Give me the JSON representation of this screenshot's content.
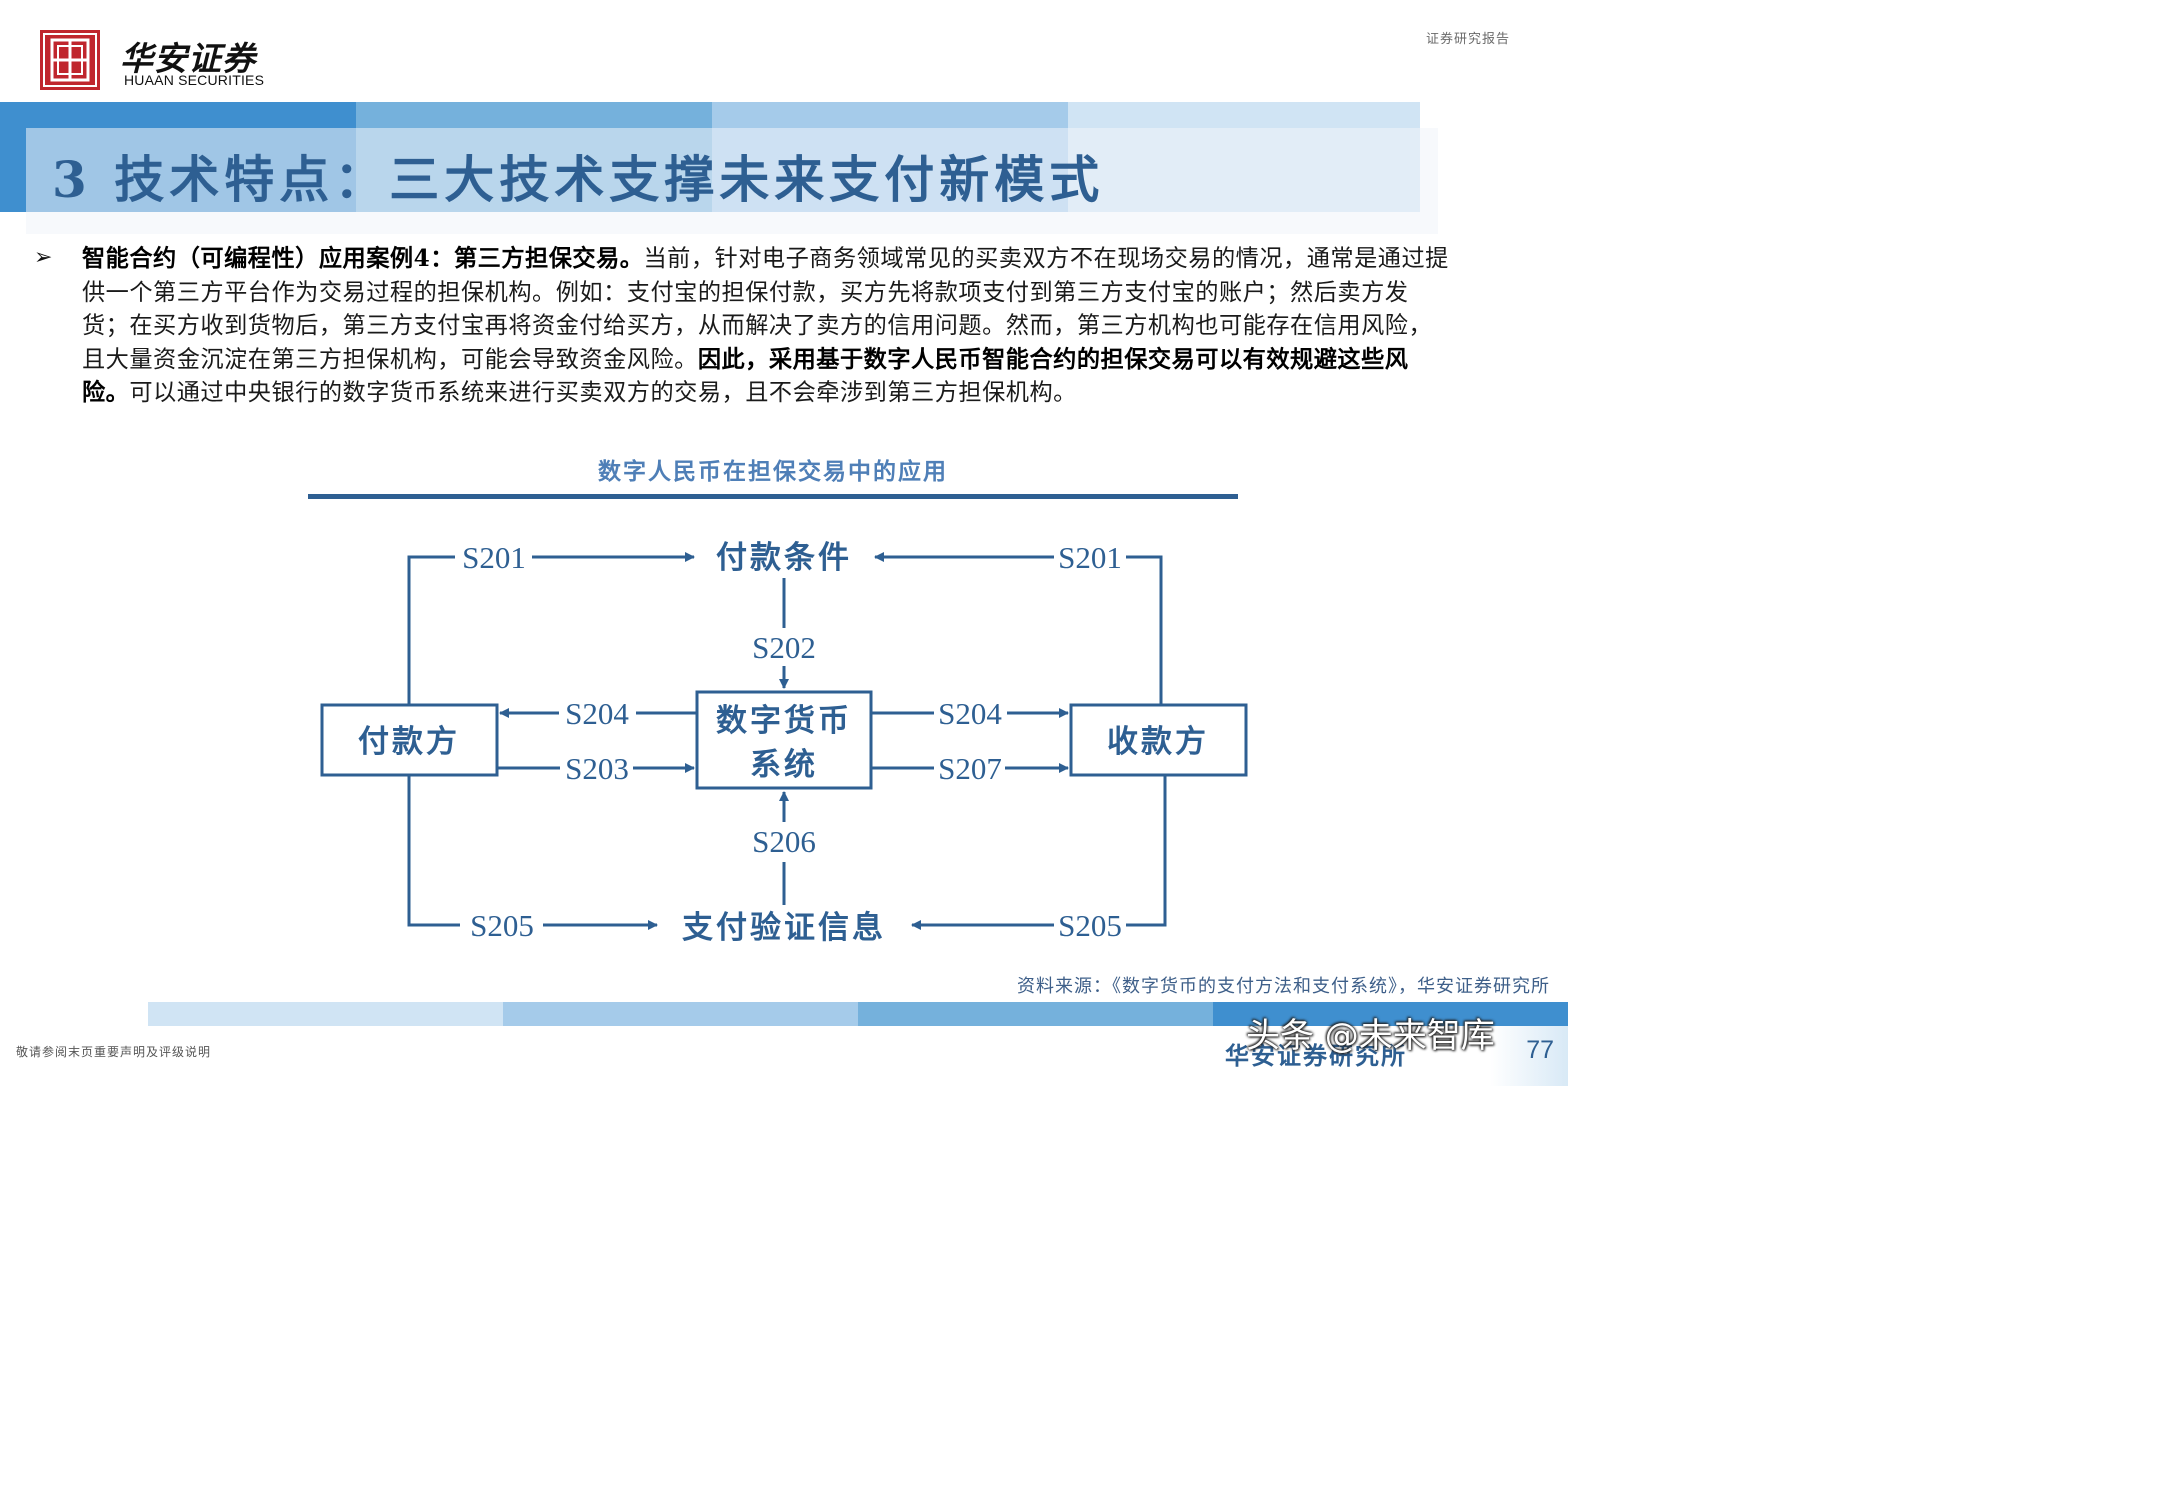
{
  "header": {
    "logo_cn": "华安证券",
    "logo_en": "HUAAN SECURITIES",
    "report_type": "证券研究报告"
  },
  "title": "3 技术特点：三大技术支撑未来支付新模式",
  "body": {
    "bullet": "➢",
    "bold_lead": "智能合约（可编程性）应用案例4：第三方担保交易。",
    "text_a": "当前，针对电子商务领域常见的买卖双方不在现场交易的情况，通常是通过提供一个第三方平台作为交易过程的担保机构。例如：支付宝的担保付款，买方先将款项支付到第三方支付宝的账户；然后卖方发货；在买方收到货物后，第三方支付宝再将资金付给买方，从而解决了卖方的信用问题。然而，第三方机构也可能存在信用风险，且大量资金沉淀在第三方担保机构，可能会导致资金风险。",
    "bold_mid": "因此，采用基于数字人民币智能合约的担保交易可以有效规避这些风险。",
    "text_b": "可以通过中央银行的数字货币系统来进行买卖双方的交易，且不会牵涉到第三方担保机构。"
  },
  "diagram": {
    "title": "数字人民币在担保交易中的应用",
    "nodes": {
      "payment_condition": "付款条件",
      "digital_currency_line1": "数字货币",
      "digital_currency_line2": "系统",
      "payer": "付款方",
      "payee": "收款方",
      "payment_verification": "支付验证信息"
    },
    "steps": {
      "s201_left": "S201",
      "s201_right": "S201",
      "s202": "S202",
      "s204_left": "S204",
      "s203": "S203",
      "s204_right": "S204",
      "s207": "S207",
      "s206": "S206",
      "s205_left": "S205",
      "s205_right": "S205"
    }
  },
  "footer": {
    "source": "资料来源：《数字货币的支付方法和支付系统》，华安证券研究所",
    "disclaimer": "敬请参阅末页重要声明及评级说明",
    "org": "华安证券研究所",
    "page": "77",
    "watermark": "头条 @未来智库"
  },
  "colors": {
    "brand_red": "#c0262d",
    "title_blue": "#2e5f92",
    "caption_blue": "#4f7fb7",
    "band_dark": "#3f8fcf",
    "band_mid": "#75b1dc",
    "band_light": "#a5cbea",
    "band_pale": "#d0e4f4"
  }
}
